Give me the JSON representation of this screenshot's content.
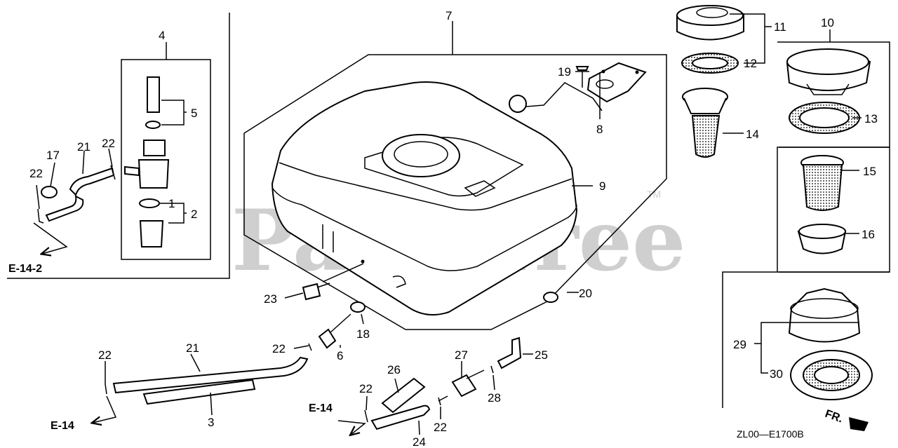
{
  "watermark": "PartsTree",
  "watermark_tm": "TM",
  "diagram_code": "ZL00—E1700B",
  "direction_label": "FR.",
  "refs": {
    "e14_2": "E-14-2",
    "e14_a": "E-14",
    "e14_b": "E-14"
  },
  "callouts": {
    "c1": "1",
    "c2": "2",
    "c3": "3",
    "c4": "4",
    "c5": "5",
    "c6": "6",
    "c7": "7",
    "c8": "8",
    "c9": "9",
    "c10": "10",
    "c11": "11",
    "c12": "12",
    "c13": "13",
    "c14": "14",
    "c15": "15",
    "c16": "16",
    "c17": "17",
    "c18": "18",
    "c19": "19",
    "c20": "20",
    "c21a": "21",
    "c21b": "21",
    "c22a": "22",
    "c22b": "22",
    "c22c": "22",
    "c22d": "22",
    "c22e": "22",
    "c22f": "22",
    "c23": "23",
    "c24": "24",
    "c25": "25",
    "c26": "26",
    "c27": "27",
    "c28": "28",
    "c29": "29",
    "c30": "30"
  }
}
